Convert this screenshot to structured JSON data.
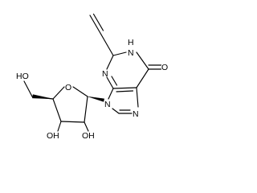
{
  "molecule": {
    "atoms": [
      {
        "symbol": "O",
        "h": 0,
        "charge": 0
      },
      {
        "symbol": "N",
        "h": 1,
        "charge": 0
      },
      {
        "symbol": "N",
        "h": 0,
        "charge": 0
      },
      {
        "symbol": "N",
        "h": 0,
        "charge": 0
      },
      {
        "symbol": "N",
        "h": 0,
        "charge": 0
      },
      {
        "symbol": "O",
        "h": 0,
        "charge": 0
      },
      {
        "symbol": "O",
        "h": 1,
        "charge": 0
      },
      {
        "symbol": "O",
        "h": 1,
        "charge": 0
      },
      {
        "symbol": "O",
        "h": 1,
        "charge": 0
      }
    ],
    "labels": {
      "o6": "O",
      "n1": "N",
      "n1_h": "H",
      "n3": "N",
      "n7": "N",
      "n9": "N",
      "o4p": "O",
      "o5p": "HO",
      "o3p": "OH",
      "o2p": "OH"
    },
    "bond_color": "#000000"
  }
}
